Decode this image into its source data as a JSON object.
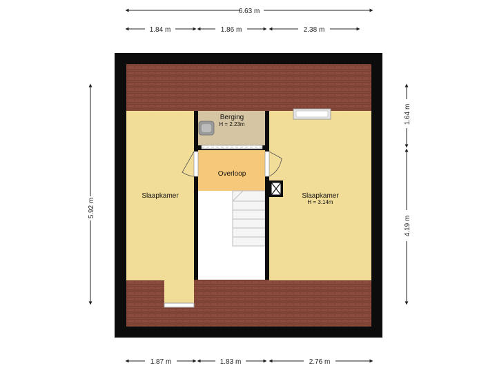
{
  "dimensions": {
    "top_total": "6.63 m",
    "top_segments": [
      "1.84 m",
      "1.86 m",
      "2.38 m"
    ],
    "bottom_segments": [
      "1.87 m",
      "1.83 m",
      "2.76 m"
    ],
    "left_total": "5.92 m",
    "right_segments": [
      "1.64 m",
      "4.19 m"
    ]
  },
  "rooms": {
    "berging": {
      "name": "Berging",
      "height": "H = 2.23m"
    },
    "overloop": {
      "name": "Overloop"
    },
    "slaapkamer_left": {
      "name": "Slaapkamer"
    },
    "slaapkamer_right": {
      "name": "Slaapkamer",
      "height": "H = 3.14m"
    }
  },
  "colors": {
    "outer_wall": "#0c0c0c",
    "roof_tile": "#8a4a3c",
    "bedroom_floor": "#f1dc98",
    "berging_floor": "#d6c5a2",
    "overloop_floor": "#f6c97a",
    "stair_void": "#ffffff"
  }
}
